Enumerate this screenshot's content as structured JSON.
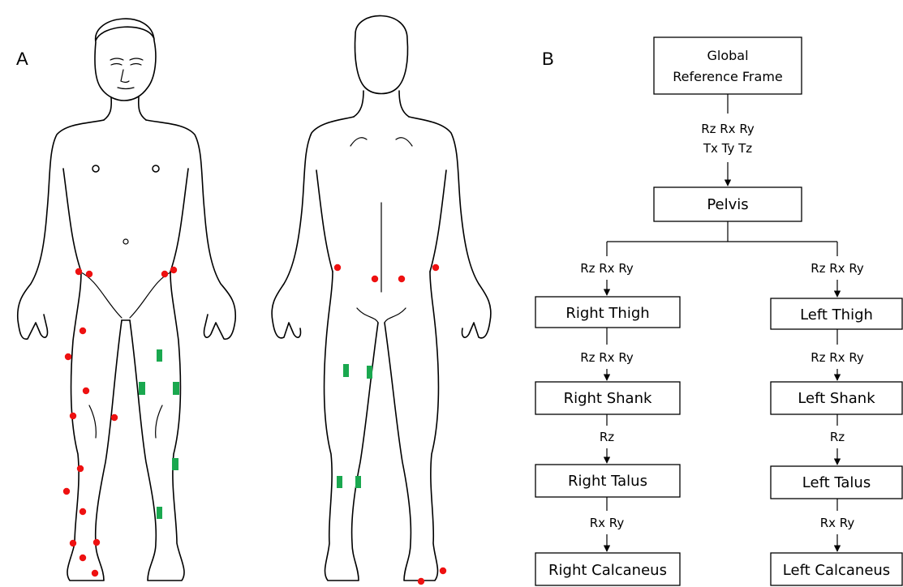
{
  "panels": {
    "a": "A",
    "b": "B"
  },
  "colors": {
    "marker": "#ee1111",
    "sensor": "#1aa84f",
    "line": "#000000"
  },
  "tree": {
    "global": {
      "line1": "Global",
      "line2": "Reference Frame"
    },
    "global_dof": {
      "line1": "Rz Rx Ry",
      "line2": "Tx Ty Tz"
    },
    "pelvis": "Pelvis",
    "right": {
      "thigh_dof": "Rz Rx Ry",
      "thigh": "Right Thigh",
      "shank_dof": "Rz Rx Ry",
      "shank": "Right Shank",
      "talus_dof": "Rz",
      "talus": "Right Talus",
      "calcaneus_dof": "Rx Ry",
      "calcaneus": "Right Calcaneus"
    },
    "left": {
      "thigh_dof": "Rz Rx Ry",
      "thigh": "Left Thigh",
      "shank_dof": "Rz Rx Ry",
      "shank": "Left Shank",
      "talus_dof": "Rz",
      "talus": "Left Talus",
      "calcaneus_dof": "Rx Ry",
      "calcaneus": "Left Calcaneus"
    }
  }
}
